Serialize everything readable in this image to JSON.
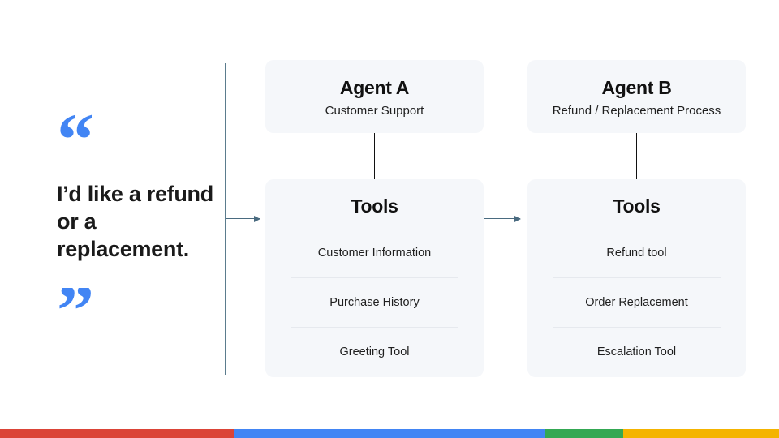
{
  "slide": {
    "quote": {
      "open_mark": "“",
      "close_mark": "”",
      "text": "I’d like a refund or a replacement.",
      "mark_color": "#4285f4"
    },
    "columns": [
      {
        "id": "agent-a",
        "header": {
          "title": "Agent A",
          "subtitle": "Customer Support"
        },
        "tools": {
          "title": "Tools",
          "items": [
            "Customer Information",
            "Purchase History",
            "Greeting Tool"
          ]
        }
      },
      {
        "id": "agent-b",
        "header": {
          "title": "Agent B",
          "subtitle": "Refund / Replacement Process"
        },
        "tools": {
          "title": "Tools",
          "items": [
            "Refund tool",
            "Order Replacement",
            "Escalation Tool"
          ]
        }
      }
    ],
    "brand_bar": {
      "colors": [
        "#db4437",
        "#4285f4",
        "#34a853",
        "#f4b400"
      ]
    },
    "accent": {
      "rail_color": "#5b7c8d",
      "arrow_color": "#4a6b80",
      "card_background": "#f5f7fa",
      "divider_color": "#e6e9ee"
    }
  }
}
